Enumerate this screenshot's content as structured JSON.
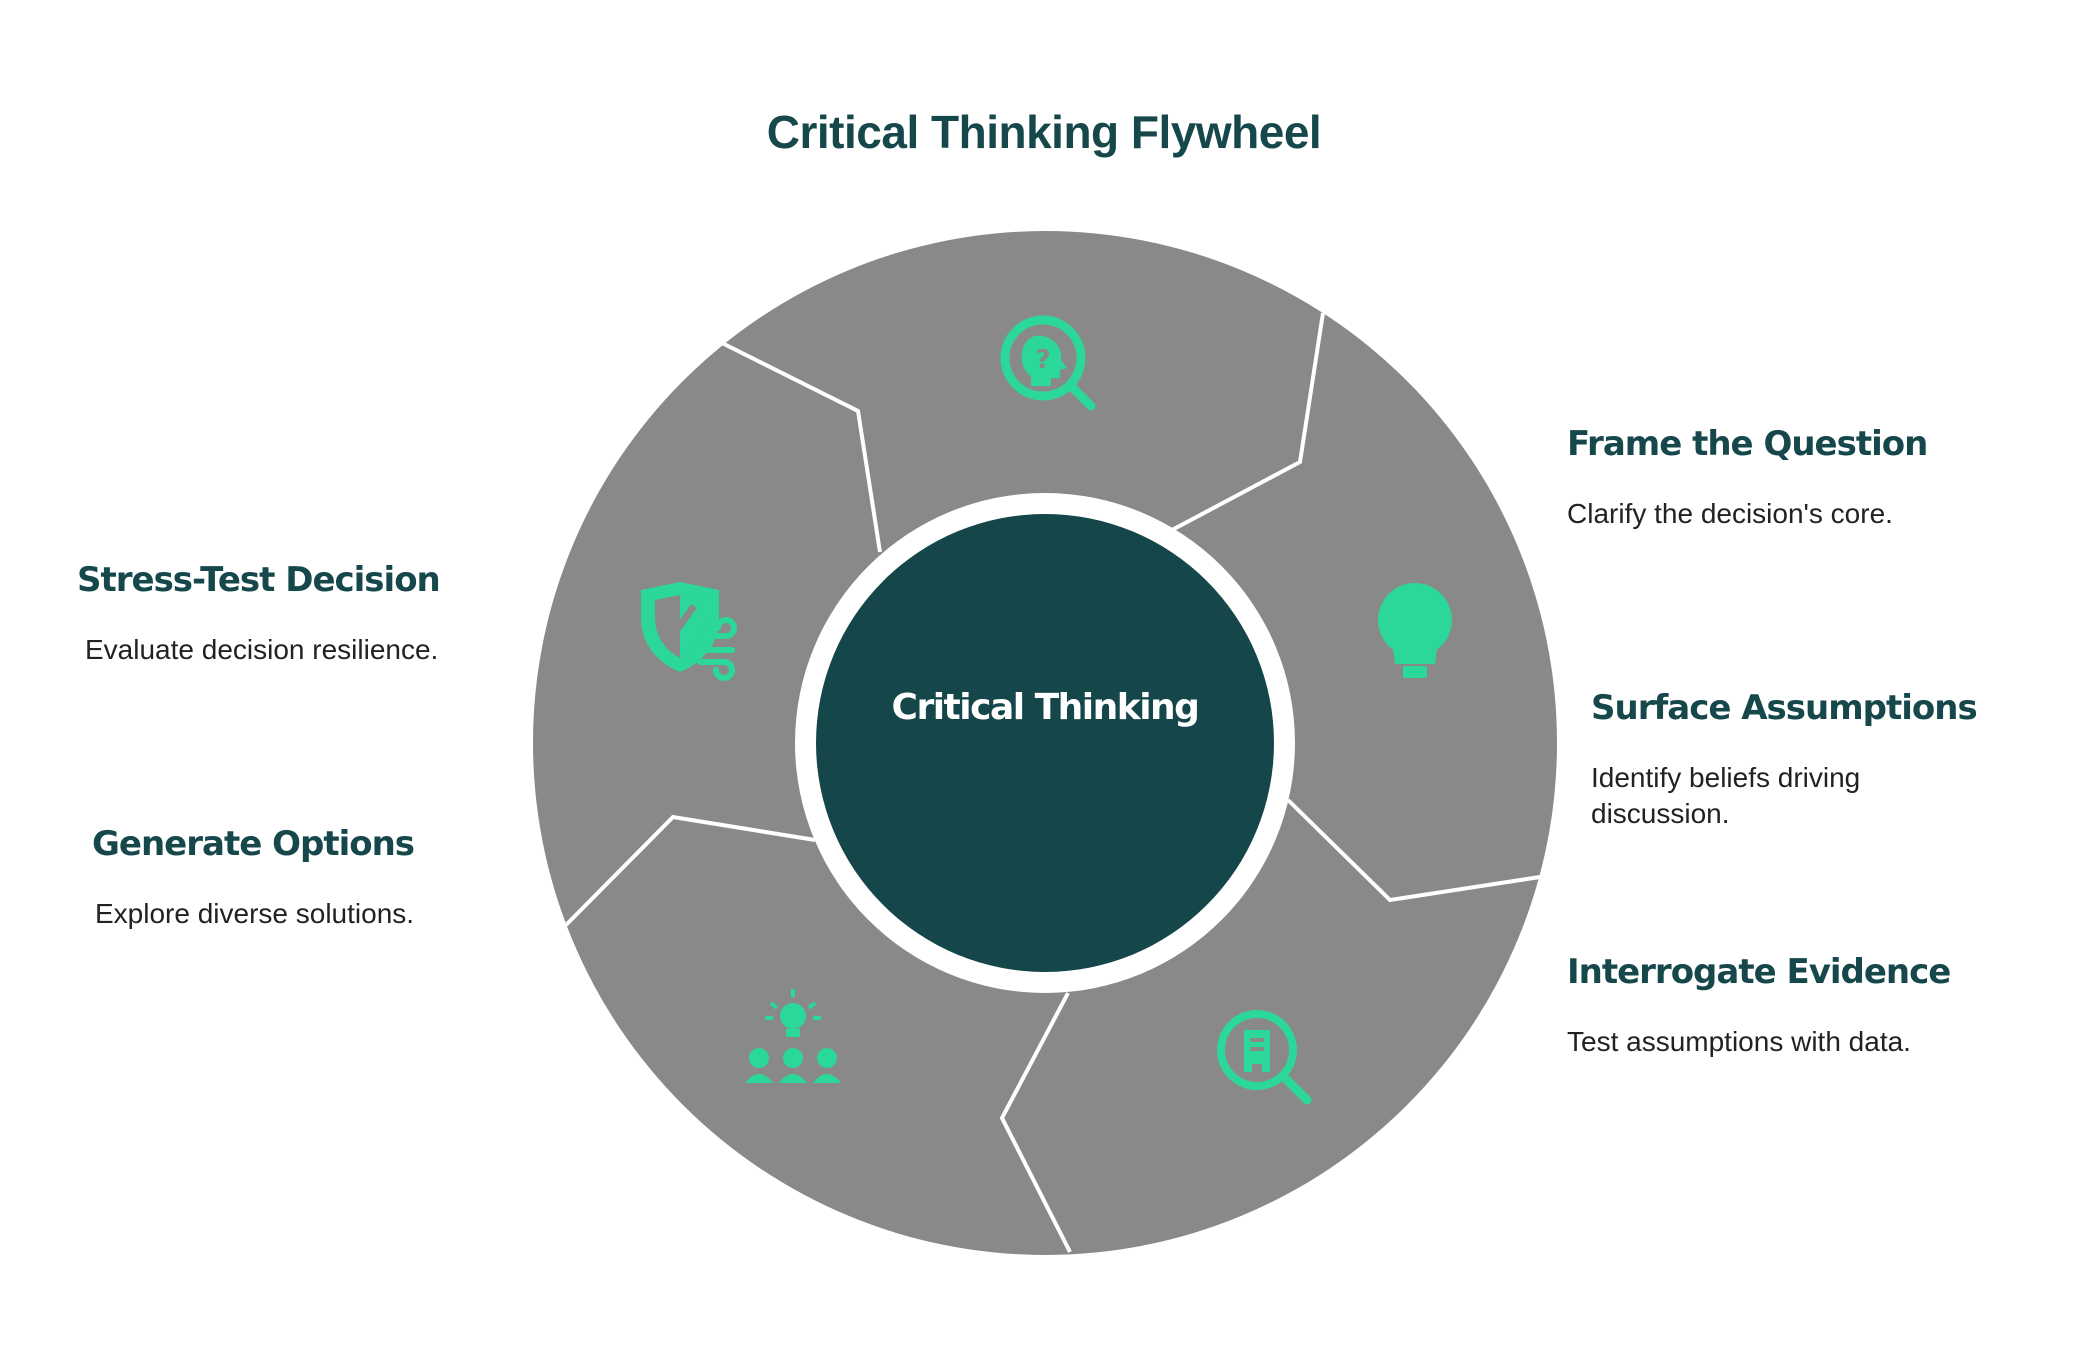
{
  "title": "Critical Thinking Flywheel",
  "center": {
    "label": "Critical Thinking"
  },
  "colors": {
    "segment": "#898989",
    "segment_border": "#ffffff",
    "hub": "#15474a",
    "icon": "#2bd89a",
    "heading": "#16484b",
    "text": "#222222"
  },
  "stages": [
    {
      "title": "Frame the Question",
      "description": "Clarify the decision's core.",
      "icon": "head-question-search-icon"
    },
    {
      "title": "Surface Assumptions",
      "description": "Identify beliefs driving discussion.",
      "icon": "lightbulb-icon"
    },
    {
      "title": "Interrogate Evidence",
      "description": "Test assumptions with data.",
      "icon": "document-search-icon"
    },
    {
      "title": "Generate Options",
      "description": "Explore diverse solutions.",
      "icon": "team-idea-icon"
    },
    {
      "title": "Stress-Test Decision",
      "description": "Evaluate decision resilience.",
      "icon": "shield-wind-icon"
    }
  ]
}
